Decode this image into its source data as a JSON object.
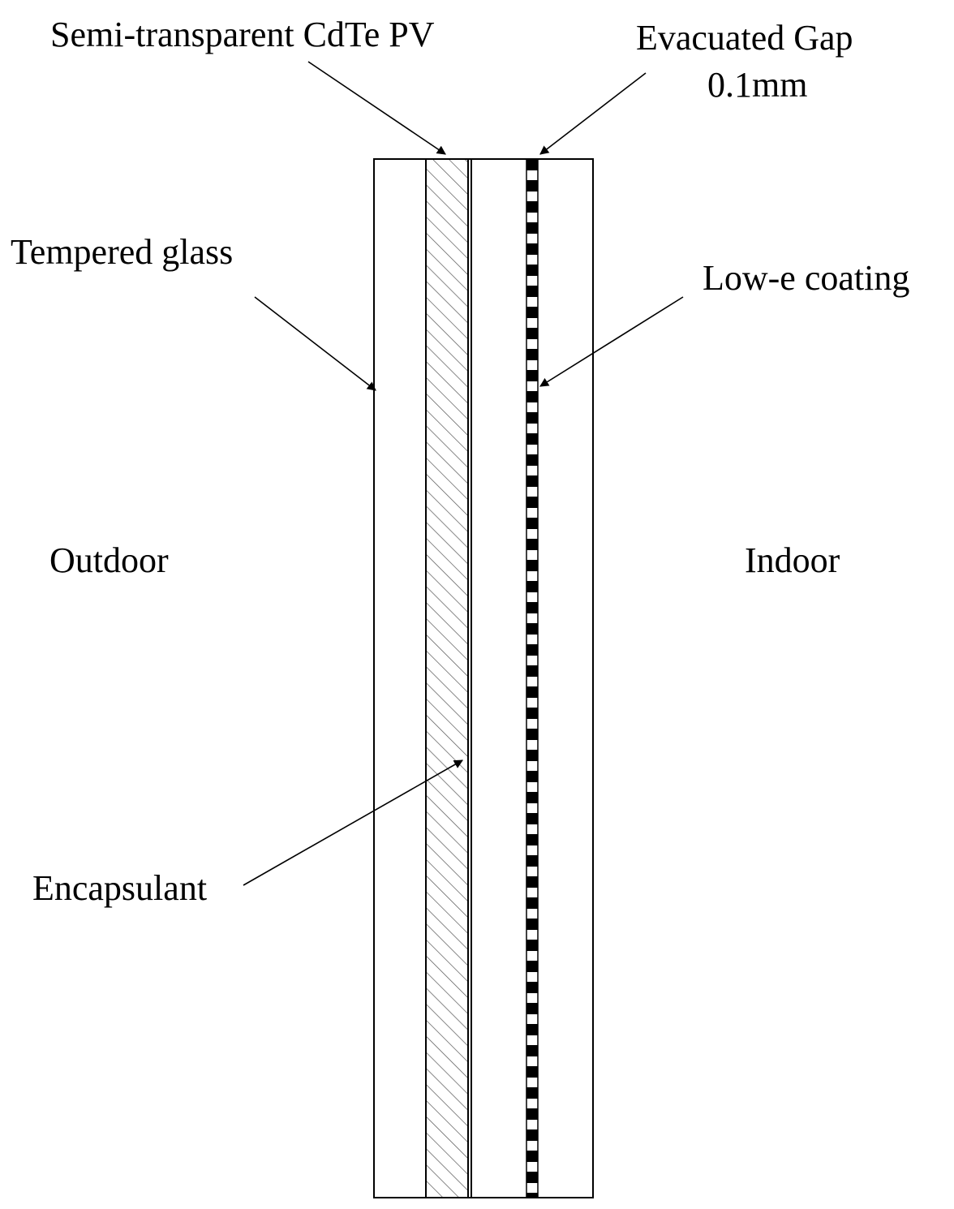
{
  "labels": {
    "pv": "Semi-transparent CdTe PV",
    "gap_line1": "Evacuated Gap",
    "gap_line2": "0.1mm",
    "tempered_glass": "Tempered glass",
    "low_e": "Low-e coating",
    "outdoor": "Outdoor",
    "indoor": "Indoor",
    "encapsulant": "Encapsulant"
  },
  "colors": {
    "stroke": "#000000",
    "background": "#ffffff",
    "hatch": "#555555"
  }
}
